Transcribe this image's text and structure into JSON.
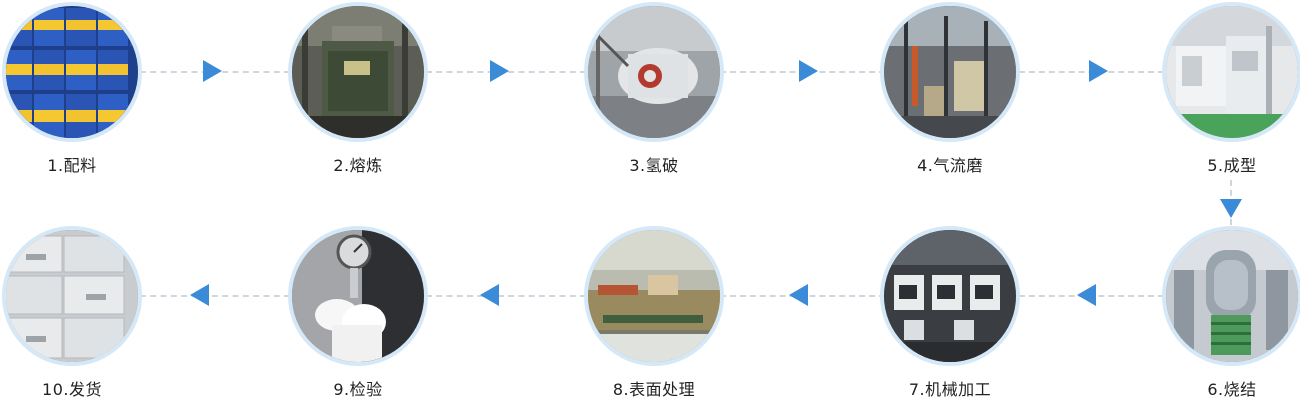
{
  "steps": [
    {
      "label": "1.配料",
      "photo": "drum-barrels-photo"
    },
    {
      "label": "2.熔炼",
      "photo": "smelting-furnace-photo"
    },
    {
      "label": "3.氢破",
      "photo": "hydrogen-crushing-photo"
    },
    {
      "label": "4.气流磨",
      "photo": "jet-mill-photo"
    },
    {
      "label": "5.成型",
      "photo": "forming-press-photo"
    },
    {
      "label": "6.烧结",
      "photo": "sintering-furnace-photo"
    },
    {
      "label": "7.机械加工",
      "photo": "machining-photo"
    },
    {
      "label": "8.表面处理",
      "photo": "surface-treatment-photo"
    },
    {
      "label": "9.检验",
      "photo": "inspection-photo"
    },
    {
      "label": "10.发货",
      "photo": "shipping-boxes-photo"
    }
  ],
  "colors": {
    "arrow": "#3b8bd8",
    "ring": "#d5e8f8",
    "connector": "#cfd6de",
    "text": "#222222"
  }
}
